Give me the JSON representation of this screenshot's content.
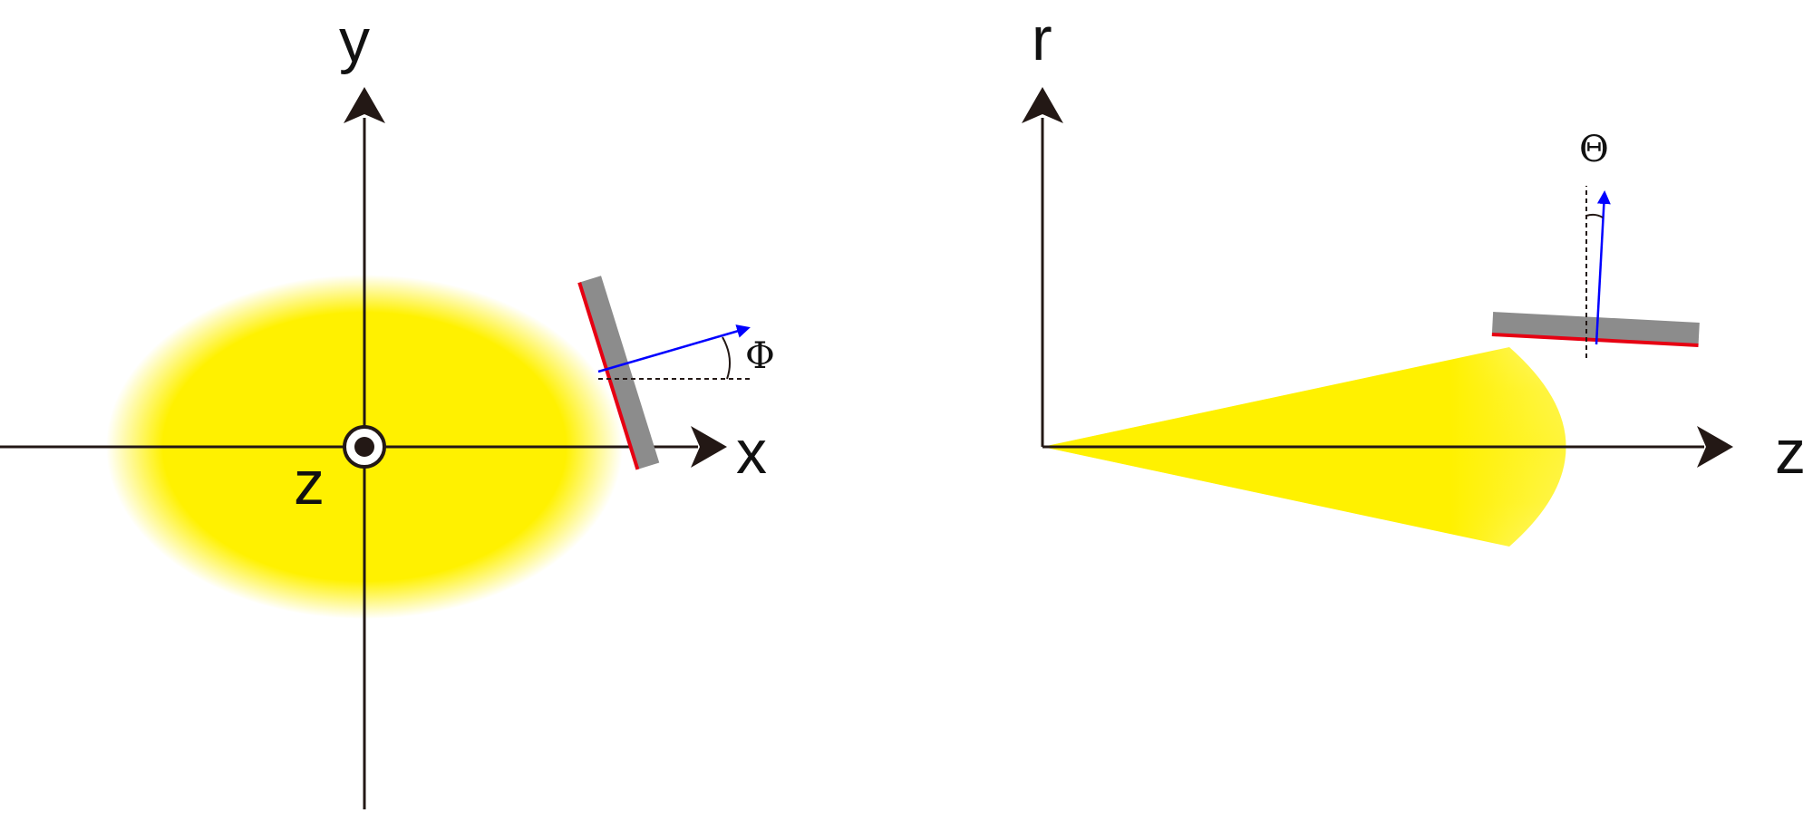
{
  "left_panel": {
    "labels": {
      "x_axis": "x",
      "y_axis": "y",
      "z_axis": "z",
      "angle": "Φ"
    }
  },
  "right_panel": {
    "labels": {
      "z_axis": "z",
      "r_axis": "r",
      "angle": "Θ"
    }
  },
  "colors": {
    "axis": "#231815",
    "beam": "#fff100",
    "detector_body": "#8c8c8c",
    "detector_surface": "#e60012",
    "normal_vector": "#0000ff",
    "reference_line": "#231815"
  }
}
